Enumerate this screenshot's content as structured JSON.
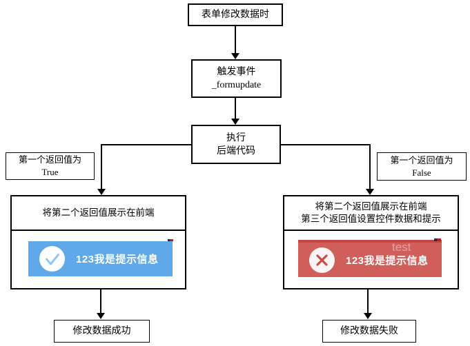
{
  "colors": {
    "toast_blue": "#5fa9ea",
    "toast_red": "#d05f5c",
    "toast_red_top": "#c24743",
    "check_blue": "#8ec7f3",
    "x_red": "#cf4a46"
  },
  "nodes": {
    "start": {
      "label": "表单修改数据时"
    },
    "trigger": {
      "line1": "触发事件",
      "line2": "_formupdate"
    },
    "execute": {
      "line1": "执行",
      "line2": "后端代码"
    },
    "branch_true": {
      "line1": "第一个返回值为",
      "line2": "True"
    },
    "branch_false": {
      "line1": "第一个返回值为",
      "line2": "False"
    },
    "left_result": {
      "title": "将第二个返回值展示在前端"
    },
    "right_result": {
      "title_line1": "将第二个返回值展示在前端",
      "title_line2": "第三个返回值设置控件数据和提示"
    },
    "success": {
      "label": "修改数据成功"
    },
    "fail": {
      "label": "修改数据失败"
    }
  },
  "toasts": {
    "success": {
      "message": "123我是提示信息",
      "icon": "check-circle"
    },
    "error": {
      "message": "123我是提示信息",
      "icon": "x-circle"
    }
  },
  "watermark": {
    "text": "test"
  }
}
